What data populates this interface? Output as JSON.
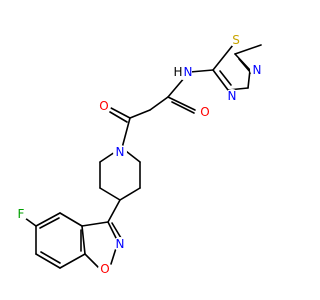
{
  "molecule": {
    "atom_labels": {
      "s": "S",
      "n_thiadiazole_top": "N",
      "n_thiadiazole_bottom": "N",
      "nh": "N",
      "h": "H",
      "o_amide": "O",
      "o_ketone": "O",
      "n_piperidine": "N",
      "n_isoxazole": "N",
      "o_isoxazole": "O",
      "f": "F"
    },
    "colors": {
      "bond": "#000000",
      "N": "#0000ff",
      "O": "#ff0000",
      "S": "#c8a400",
      "F": "#00a000",
      "H": "#000000"
    }
  }
}
